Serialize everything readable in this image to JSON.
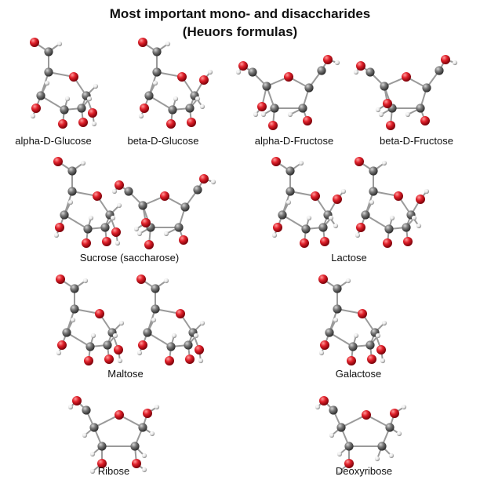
{
  "title_line1": "Most important mono- and disaccharides",
  "title_line2": "(Heuors formulas)",
  "molecules": [
    {
      "name": "alpha-D-Glucose"
    },
    {
      "name": "beta-D-Glucose"
    },
    {
      "name": "alpha-D-Fructose"
    },
    {
      "name": "beta-D-Fructose"
    },
    {
      "name": "Sucrose (saccharose)"
    },
    {
      "name": "Lactose"
    },
    {
      "name": "Maltose"
    },
    {
      "name": "Galactose"
    },
    {
      "name": "Ribose"
    },
    {
      "name": "Deoxyribose"
    }
  ],
  "colors": {
    "carbon": "#777777",
    "oxygen": "#e0202a",
    "hydrogen": "#e8e8e8",
    "bond": "#9a9a9a"
  }
}
